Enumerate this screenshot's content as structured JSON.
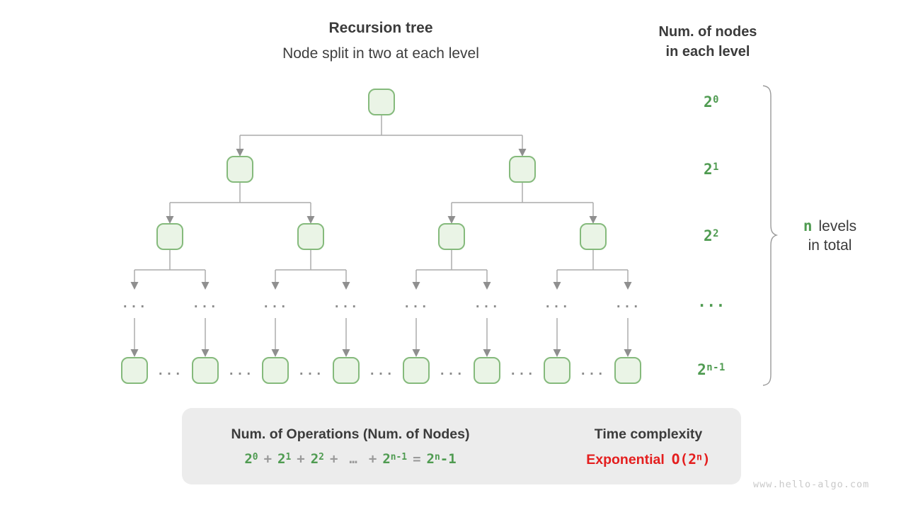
{
  "header": {
    "title": "Recursion tree",
    "subtitle": "Node split in two at each level",
    "right_title_line1": "Num. of nodes",
    "right_title_line2": "in each level"
  },
  "tree": {
    "ellipsis": "...",
    "nodes_per_visible_row": [
      1,
      2,
      4,
      8
    ]
  },
  "levels": [
    {
      "base": "2",
      "exp": "0"
    },
    {
      "base": "2",
      "exp": "1"
    },
    {
      "base": "2",
      "exp": "2"
    },
    {
      "base": "...",
      "exp": ""
    },
    {
      "base": "2",
      "exp": "n-1"
    }
  ],
  "brace_label": {
    "n": "n",
    "levels": "levels",
    "in_total": "in total"
  },
  "box": {
    "operations_title": "Num. of Operations (Num. of Nodes)",
    "formula": {
      "t1": {
        "base": "2",
        "exp": "0"
      },
      "t2": {
        "base": "2",
        "exp": "1"
      },
      "t3": {
        "base": "2",
        "exp": "2"
      },
      "t4": {
        "base": "2",
        "exp": "n-1"
      },
      "plus": "+",
      "dots": "…",
      "equals": "=",
      "result": {
        "base": "2",
        "exp": "n"
      },
      "minus_one": "-1"
    },
    "time_title": "Time complexity",
    "complexity_word": "Exponential",
    "complexity_expr": {
      "base": "O(2",
      "exp": "n",
      "close": ")"
    }
  },
  "watermark": "www.hello-algo.com",
  "colors": {
    "green_text": "#4f9b51",
    "red_text": "#e41e1e",
    "node_fill": "#eaf4e6",
    "node_border": "#85ba7c",
    "connector_gray": "#acacac",
    "arrowhead_gray": "#8f8f8f",
    "ellipsis_gray": "#8c8c8c",
    "box_background": "#ececec",
    "block_arrow_gray": "#bcbcbc",
    "text_dark": "#3b3b3b",
    "watermark_gray": "#c9c9c9"
  }
}
